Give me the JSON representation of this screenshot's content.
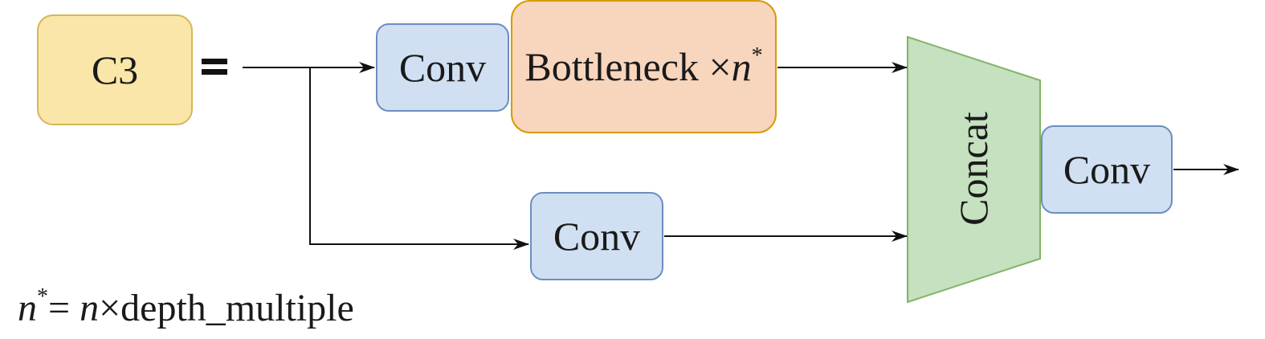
{
  "module": {
    "name": "C3",
    "equals_sign": "="
  },
  "blocks": {
    "conv_top": "Conv",
    "bottleneck": {
      "label": "Bottleneck ×",
      "var": "n",
      "sup": "*"
    },
    "conv_bottom": "Conv",
    "concat": "Concat",
    "conv_out": "Conv"
  },
  "note": {
    "lhs_var": "n",
    "lhs_sup": "*",
    "eq": "= ",
    "rhs_var": "n",
    "rhs_rest": "×depth_multiple"
  },
  "colors": {
    "c3_fill": "#fae6a8",
    "c3_border": "#d6b656",
    "conv_fill": "#d0e0f2",
    "conv_border": "#6c8ebf",
    "bottleneck_fill": "#f8d5bd",
    "bottleneck_border": "#d79b00",
    "concat_fill": "#c5e1bf",
    "concat_border": "#82b366",
    "line": "#111111"
  }
}
